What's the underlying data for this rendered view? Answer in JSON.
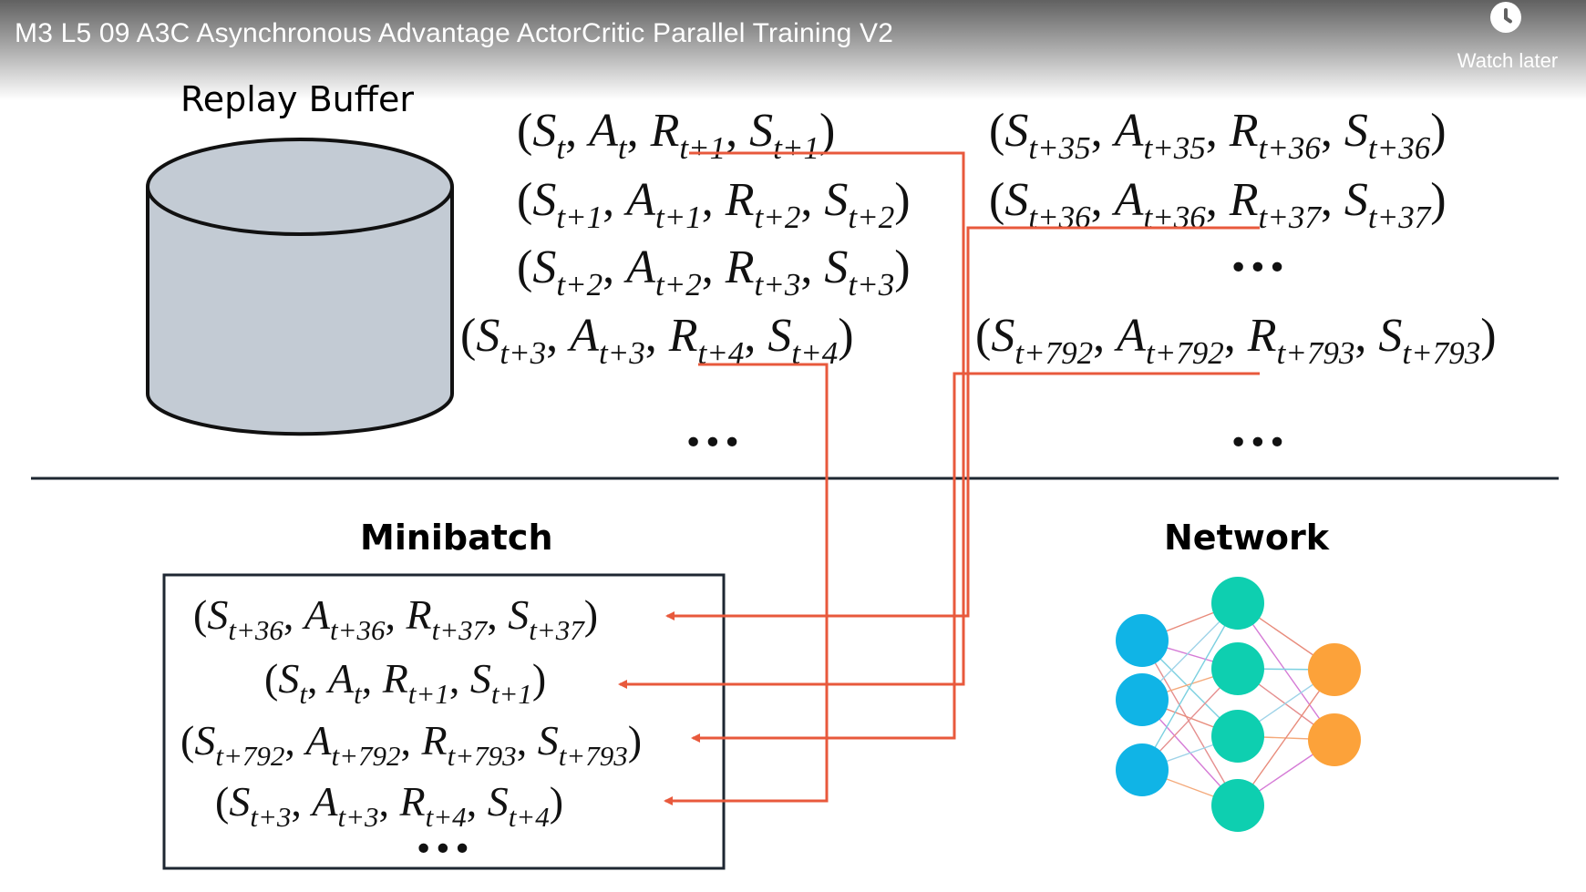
{
  "video": {
    "title": "M3 L5 09 A3C Asynchronous Advantage ActorCritic Parallel Training V2",
    "watch_later_label": "Watch later",
    "watch_later_icon": "clock-icon"
  },
  "slide": {
    "replay_buffer_label": "Replay Buffer",
    "minibatch_label": "Minibatch",
    "network_label": "Network",
    "ellipsis": "•••",
    "arrow_color": "#e8593c",
    "cylinder_color": "#c3cbd4",
    "buffer_left": [
      [
        [
          "S",
          "t"
        ],
        [
          "A",
          "t"
        ],
        [
          "R",
          "t+1"
        ],
        [
          "S",
          "t+1"
        ]
      ],
      [
        [
          "S",
          "t+1"
        ],
        [
          "A",
          "t+1"
        ],
        [
          "R",
          "t+2"
        ],
        [
          "S",
          "t+2"
        ]
      ],
      [
        [
          "S",
          "t+2"
        ],
        [
          "A",
          "t+2"
        ],
        [
          "R",
          "t+3"
        ],
        [
          "S",
          "t+3"
        ]
      ],
      [
        [
          "S",
          "t+3"
        ],
        [
          "A",
          "t+3"
        ],
        [
          "R",
          "t+4"
        ],
        [
          "S",
          "t+4"
        ]
      ]
    ],
    "buffer_right": [
      [
        [
          "S",
          "t+35"
        ],
        [
          "A",
          "t+35"
        ],
        [
          "R",
          "t+36"
        ],
        [
          "S",
          "t+36"
        ]
      ],
      [
        [
          "S",
          "t+36"
        ],
        [
          "A",
          "t+36"
        ],
        [
          "R",
          "t+37"
        ],
        [
          "S",
          "t+37"
        ]
      ],
      [
        [
          "S",
          "t+792"
        ],
        [
          "A",
          "t+792"
        ],
        [
          "R",
          "t+793"
        ],
        [
          "S",
          "t+793"
        ]
      ]
    ],
    "minibatch": [
      [
        [
          "S",
          "t+36"
        ],
        [
          "A",
          "t+36"
        ],
        [
          "R",
          "t+37"
        ],
        [
          "S",
          "t+37"
        ]
      ],
      [
        [
          "S",
          "t"
        ],
        [
          "A",
          "t"
        ],
        [
          "R",
          "t+1"
        ],
        [
          "S",
          "t+1"
        ]
      ],
      [
        [
          "S",
          "t+792"
        ],
        [
          "A",
          "t+792"
        ],
        [
          "R",
          "t+793"
        ],
        [
          "S",
          "t+793"
        ]
      ],
      [
        [
          "S",
          "t+3"
        ],
        [
          "A",
          "t+3"
        ],
        [
          "R",
          "t+4"
        ],
        [
          "S",
          "t+4"
        ]
      ]
    ],
    "network_colors": {
      "input": "#10b4e6",
      "hidden": "#0ecfb0",
      "output": "#fca23a"
    }
  }
}
